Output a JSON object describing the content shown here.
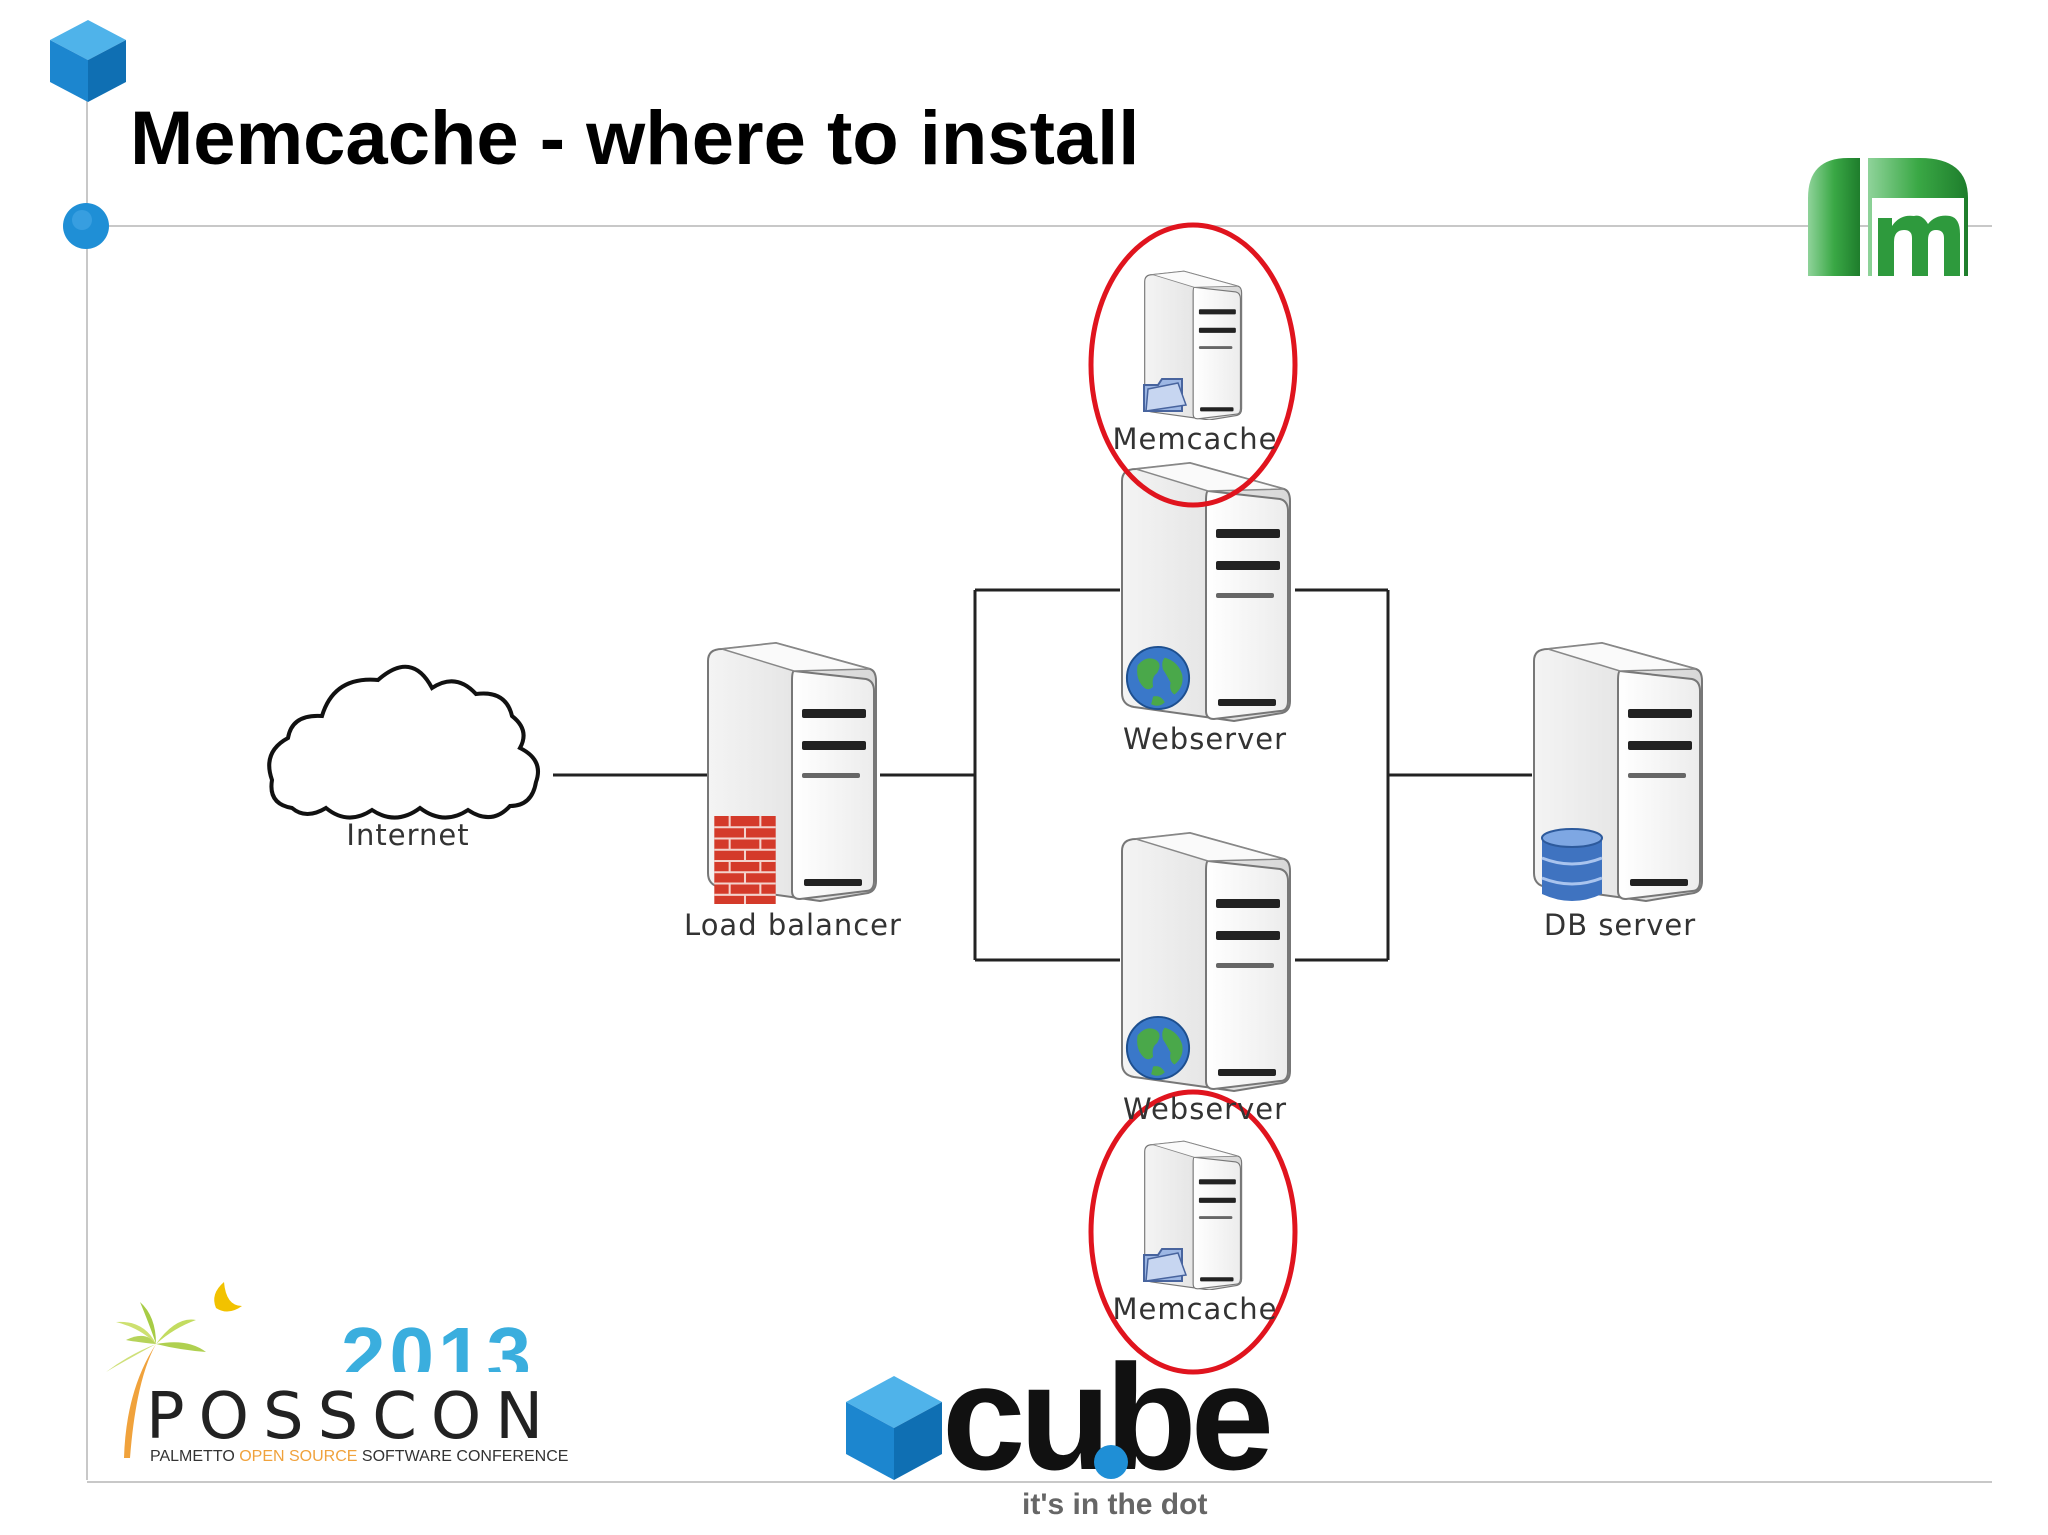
{
  "slide": {
    "title": "Memcache - where to install"
  },
  "nodes": {
    "internet": "Internet",
    "load_balancer": "Load balancer",
    "webserver_top": "Webserver",
    "webserver_bottom": "Webserver",
    "db_server": "DB server",
    "memcache_top": "Memcache",
    "memcache_bottom": "Memcache"
  },
  "logos": {
    "posscon_year": "2013",
    "posscon_word": "POSSCON",
    "posscon_sub_a": "PALMETTO ",
    "posscon_sub_b": "OPEN SOURCE",
    "posscon_sub_c": " SOFTWARE CONFERENCE",
    "cube_word": "cube",
    "cube_tagline": "it's in the dot"
  },
  "colors": {
    "accent_blue": "#1f8fd6",
    "highlight_red": "#e0141e",
    "logo_green": "#3aa845"
  }
}
